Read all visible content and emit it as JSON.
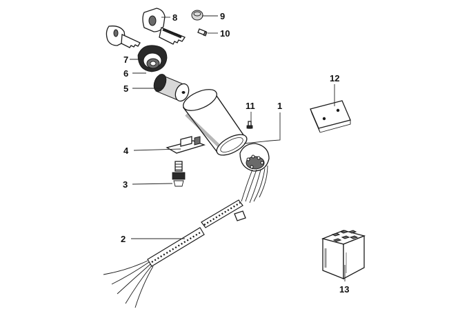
{
  "parts": [
    {
      "id": "part-1",
      "number": "1"
    },
    {
      "id": "part-2",
      "number": "2"
    },
    {
      "id": "part-3",
      "number": "3"
    },
    {
      "id": "part-4",
      "number": "4"
    },
    {
      "id": "part-5",
      "number": "5"
    },
    {
      "id": "part-6",
      "number": "6"
    },
    {
      "id": "part-7",
      "number": "7"
    },
    {
      "id": "part-8",
      "number": "8"
    },
    {
      "id": "part-9",
      "number": "9"
    },
    {
      "id": "part-10",
      "number": "10"
    },
    {
      "id": "part-11",
      "number": "11"
    },
    {
      "id": "part-12",
      "number": "12"
    },
    {
      "id": "part-13",
      "number": "13"
    }
  ],
  "colors": {
    "ink": "#1a1a1a",
    "background": "#ffffff"
  }
}
